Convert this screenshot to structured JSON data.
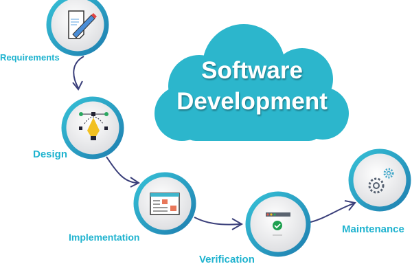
{
  "title": {
    "line1": "Software",
    "line2": "Development"
  },
  "stages": [
    {
      "label": "Requirements",
      "icon": "document-pencil-icon"
    },
    {
      "label": "Design",
      "icon": "pen-tool-icon"
    },
    {
      "label": "Implementation",
      "icon": "browser-layout-icon"
    },
    {
      "label": "Verification",
      "icon": "check-window-icon"
    },
    {
      "label": "Maintenance",
      "icon": "gears-icon"
    }
  ],
  "colors": {
    "accent": "#1fb3cf",
    "cloud": "#2cb6cc",
    "ring": "#1c9fc0",
    "arrow": "#3a3f7a"
  }
}
